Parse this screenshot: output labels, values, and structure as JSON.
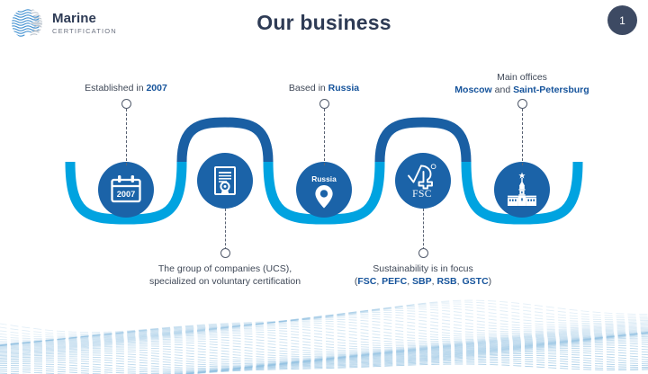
{
  "brand": {
    "logo_icon": "marine-waves-circle-logo",
    "name": "Marine",
    "subtitle": "CERTIFICATION"
  },
  "header": {
    "title": "Our business",
    "page_number": "1"
  },
  "colors": {
    "title_navy": "#2e3b55",
    "badge_navy": "#3d4a63",
    "node_blue": "#1b63a8",
    "wave_dark_blue": "#1a5fa3",
    "wave_cyan": "#00a3e0",
    "accent_link_blue": "#15539b",
    "body_text": "#3f4857",
    "bottom_wave": "#8fbfe0"
  },
  "timeline": {
    "nodes": [
      {
        "id": "established",
        "icon": "calendar-icon",
        "icon_text": "2007",
        "label_position": "top",
        "label_lines": [
          {
            "parts": [
              {
                "text": "Established in ",
                "bold": false
              },
              {
                "text": "2007",
                "bold": true
              }
            ]
          }
        ]
      },
      {
        "id": "group-of-companies",
        "icon": "certificate-icon",
        "icon_text": "",
        "label_position": "bottom",
        "label_lines": [
          {
            "parts": [
              {
                "text": "The group of companies (UCS),",
                "bold": false
              }
            ]
          },
          {
            "parts": [
              {
                "text": "specialized on voluntary certification",
                "bold": false
              }
            ]
          }
        ]
      },
      {
        "id": "based-in-russia",
        "icon": "map-pin-icon",
        "icon_text": "Russia",
        "label_position": "top",
        "label_lines": [
          {
            "parts": [
              {
                "text": "Based in ",
                "bold": false
              },
              {
                "text": "Russia",
                "bold": true
              }
            ]
          }
        ]
      },
      {
        "id": "sustainability",
        "icon": "fsc-tree-checkmark-icon",
        "icon_text": "FSC",
        "label_position": "bottom",
        "label_lines": [
          {
            "parts": [
              {
                "text": "Sustainability is in focus",
                "bold": false
              }
            ]
          },
          {
            "parts": [
              {
                "text": "(",
                "bold": false
              },
              {
                "text": "FSC",
                "bold": true
              },
              {
                "text": ", ",
                "bold": false
              },
              {
                "text": "PEFC",
                "bold": true
              },
              {
                "text": ", ",
                "bold": false
              },
              {
                "text": "SBP",
                "bold": true
              },
              {
                "text": ", ",
                "bold": false
              },
              {
                "text": "RSB",
                "bold": true
              },
              {
                "text": ", ",
                "bold": false
              },
              {
                "text": "GSTC",
                "bold": true
              },
              {
                "text": ")",
                "bold": false
              }
            ]
          }
        ]
      },
      {
        "id": "main-offices",
        "icon": "kremlin-tower-icon",
        "icon_text": "",
        "label_position": "top",
        "label_lines": [
          {
            "parts": [
              {
                "text": "Main offices",
                "bold": false
              }
            ]
          },
          {
            "parts": [
              {
                "text": "Moscow",
                "bold": true
              },
              {
                "text": " and ",
                "bold": false
              },
              {
                "text": "Saint-Petersburg",
                "bold": true
              }
            ]
          }
        ]
      }
    ]
  },
  "decoration": {
    "bottom_wave_icon": "wavy-lines-pattern"
  }
}
